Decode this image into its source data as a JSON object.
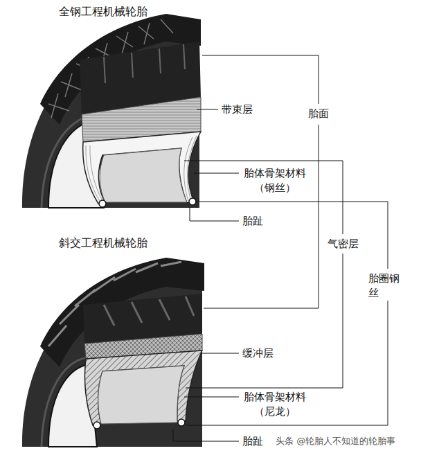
{
  "diagram": {
    "labels": [
      "全钢工程机械轮胎",
      "带束层",
      "胎面",
      "胎体骨架材料 （钢丝）",
      "胎趾",
      "斜交工程机械轮胎",
      "气密层",
      "胎圈钢丝",
      "缓冲层",
      "胎体骨架材料 （尼龙）",
      "胎趾",
      "头条 @轮胎人不知道的轮胎事"
    ]
  }
}
